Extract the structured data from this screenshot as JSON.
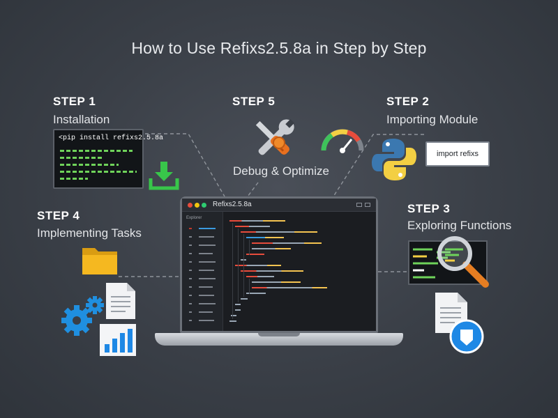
{
  "title": "How to Use Refixs2.5.8a in Step by Step",
  "steps": {
    "step1": {
      "num": "STEP 1",
      "name": "Installation",
      "command": "pip install refixs2.5.8a"
    },
    "step2": {
      "num": "STEP 2",
      "name": "Importing Module",
      "code": "import refixs"
    },
    "step3": {
      "num": "STEP 3",
      "name": "Exploring Functions"
    },
    "step4": {
      "num": "STEP 4",
      "name": "Implementing Tasks"
    },
    "step5": {
      "num": "STEP 5",
      "name": "Debug & Optimize"
    }
  },
  "laptop": {
    "window_title": "Refixs2.5.8a",
    "sidebar_header": "Explorer"
  },
  "colors": {
    "background": "#3a3f47",
    "terminal_green": "#6fd35a",
    "download_green": "#38c64a",
    "gear_blue": "#1f8fe0",
    "python_blue": "#3b78b0",
    "python_yellow": "#f3cf43",
    "folder_yellow": "#f5b820",
    "magnifier_orange": "#e67e22",
    "shield_blue": "#1e88e5"
  },
  "icons": {
    "step1": [
      "terminal-icon",
      "download-icon"
    ],
    "step2": [
      "python-icon",
      "speedometer-icon"
    ],
    "step3": [
      "code-window-icon",
      "magnifier-icon",
      "document-icon",
      "shield-icon"
    ],
    "step4": [
      "folder-icon",
      "document-icon",
      "gears-icon",
      "bar-chart-icon"
    ],
    "step5": [
      "wrench-screwdriver-icon"
    ]
  }
}
